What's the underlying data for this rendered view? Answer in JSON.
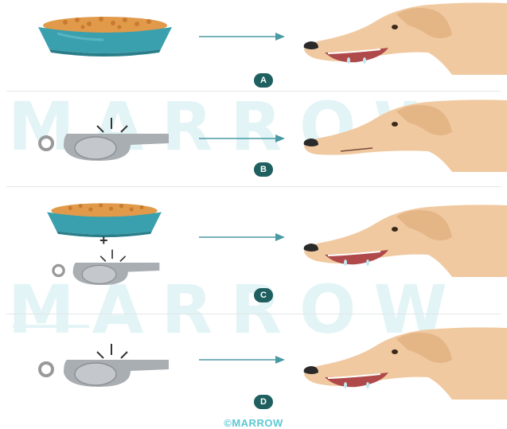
{
  "watermark": "MARROW",
  "panels": [
    {
      "label": "A"
    },
    {
      "label": "B"
    },
    {
      "label": "C"
    },
    {
      "label": "D"
    }
  ],
  "plus_sign": "+",
  "copyright": "©MARROW",
  "colors": {
    "bowl": "#3aa0ad",
    "bowl_dark": "#2a7e8a",
    "food": "#e09a4a",
    "whistle": "#a9aeb3",
    "arrow": "#4a9aa3",
    "dog": "#f0c9a0",
    "badge": "#1f5f5f",
    "watermark": "#e3f4f6"
  }
}
